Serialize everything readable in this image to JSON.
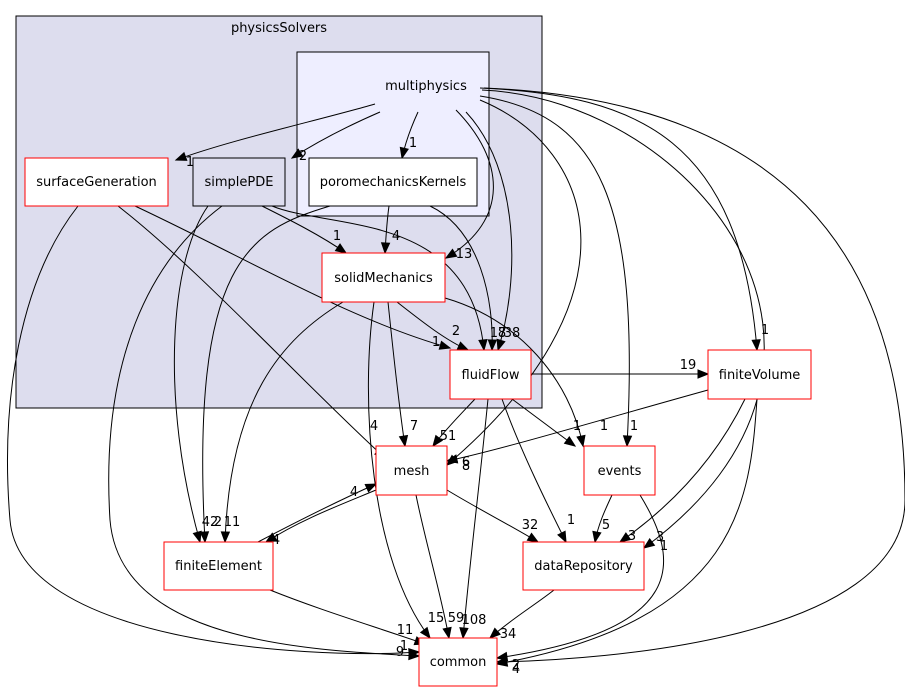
{
  "clusters": {
    "outer": {
      "label": "physicsSolvers"
    },
    "inner": {
      "label": "multiphysics"
    }
  },
  "nodes": {
    "surfaceGeneration": "surfaceGeneration",
    "simplePDE": "simplePDE",
    "poromechanicsKernels": "poromechanicsKernels",
    "solidMechanics": "solidMechanics",
    "fluidFlow": "fluidFlow",
    "finiteVolume": "finiteVolume",
    "mesh": "mesh",
    "events": "events",
    "finiteElement": "finiteElement",
    "dataRepository": "dataRepository",
    "common": "common"
  },
  "edge_labels": {
    "mp_surf": "1",
    "mp_simple": "2",
    "mp_poro": "1",
    "mp_solid": "13",
    "mp_fluid": "38",
    "mp_finvol": "1",
    "mp_events": "1",
    "mp_mesh": "6",
    "mp_datarepo": "3",
    "mp_common": "2",
    "simple_solid": "1",
    "simple_fluid": "17",
    "simple_finel": "42",
    "simple_common": "1",
    "poro_solid": "4",
    "poro_fluid": "8",
    "poro_finel": "2",
    "surf_fluid": "1",
    "surf_mesh": "4",
    "surf_common": "9",
    "solid_fluid": "2",
    "solid_mesh": "7",
    "solid_finel": "11",
    "solid_events": "1",
    "solid_common": "15",
    "fluid_finvol": "19",
    "fluid_mesh": "51",
    "fluid_events": "1",
    "fluid_datarepo": "1",
    "fluid_common": "108",
    "finvol_mesh": "8",
    "finvol_datarepo": "3",
    "finvol_common": "4",
    "mesh_finel": "4",
    "finel_mesh": "4",
    "mesh_datarepo": "32",
    "mesh_common": "59",
    "events_datarepo": "5",
    "events_common": "1",
    "finel_common": "11",
    "datarepo_common": "34"
  },
  "colors": {
    "outer_cluster_fill": "#ddddee",
    "inner_cluster_fill": "#eeeeff",
    "cluster_border": "#000000",
    "node_border_red": "#ff0000",
    "node_fill": "#ffffff",
    "simplepde_fill": "#ddddee",
    "edge": "#000000"
  }
}
